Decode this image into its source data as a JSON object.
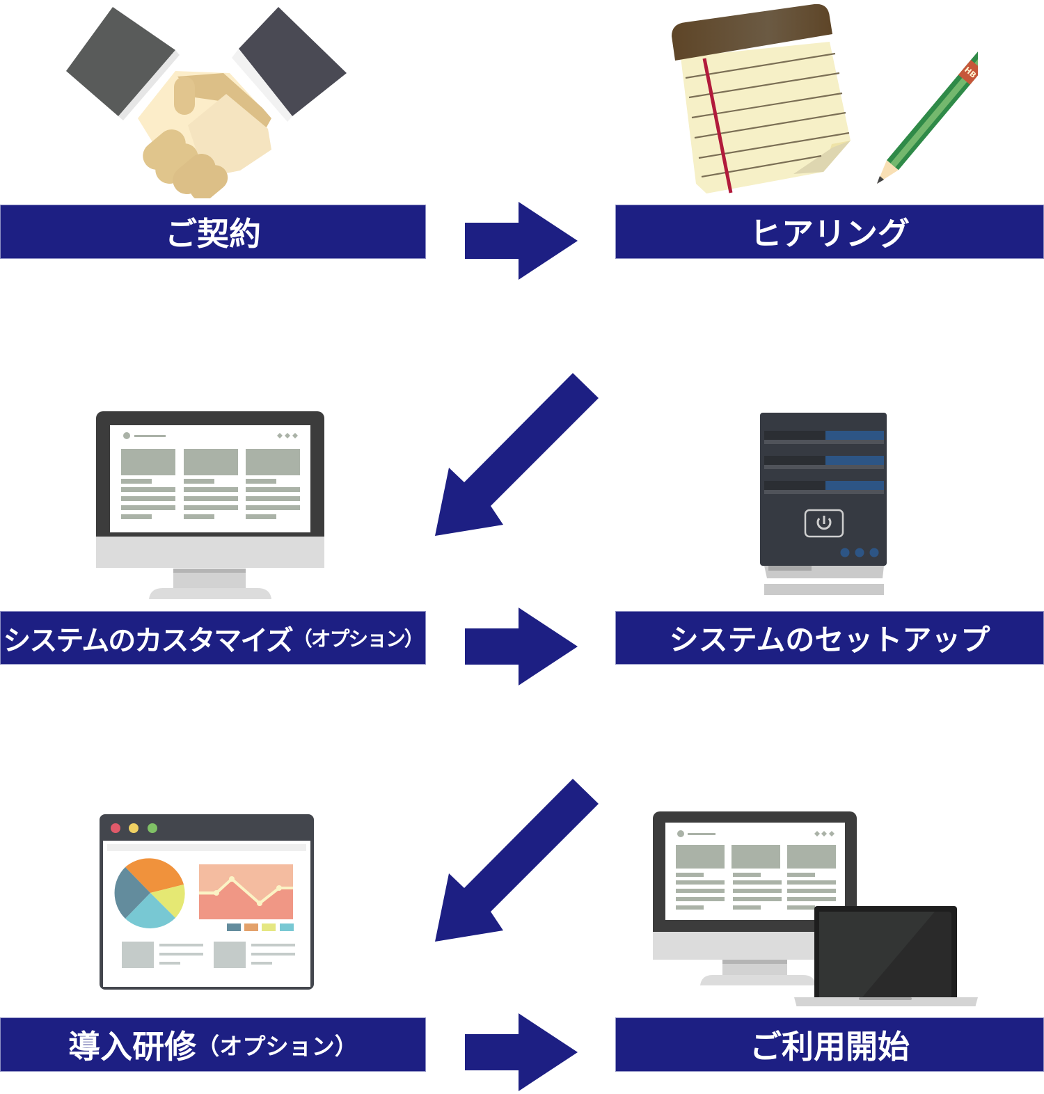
{
  "title": "導入の流れ",
  "colors": {
    "banner_bg": "#1d1f83",
    "banner_text": "#ffffff",
    "arrow": "#1d1f83"
  },
  "steps": [
    {
      "label": "ご契約",
      "suffix": "",
      "icon": "handshake-icon"
    },
    {
      "label": "ヒアリング",
      "suffix": "",
      "icon": "notepad-pencil-icon"
    },
    {
      "label": "システムのカスタマイズ",
      "suffix": "（オプション）",
      "icon": "desktop-monitor-icon"
    },
    {
      "label": "システムのセットアップ",
      "suffix": "",
      "icon": "server-tower-icon"
    },
    {
      "label": "導入研修",
      "suffix": "（オプション）",
      "icon": "dashboard-browser-icon"
    },
    {
      "label": "ご利用開始",
      "suffix": "",
      "icon": "desktop-and-laptop-icon"
    }
  ],
  "pencil_grade": "HB",
  "arrows": [
    {
      "from": 1,
      "to": 2,
      "direction": "right"
    },
    {
      "from": 2,
      "to": 3,
      "direction": "down-left"
    },
    {
      "from": 3,
      "to": 4,
      "direction": "right"
    },
    {
      "from": 4,
      "to": 5,
      "direction": "down-left"
    },
    {
      "from": 5,
      "to": 6,
      "direction": "right"
    }
  ]
}
